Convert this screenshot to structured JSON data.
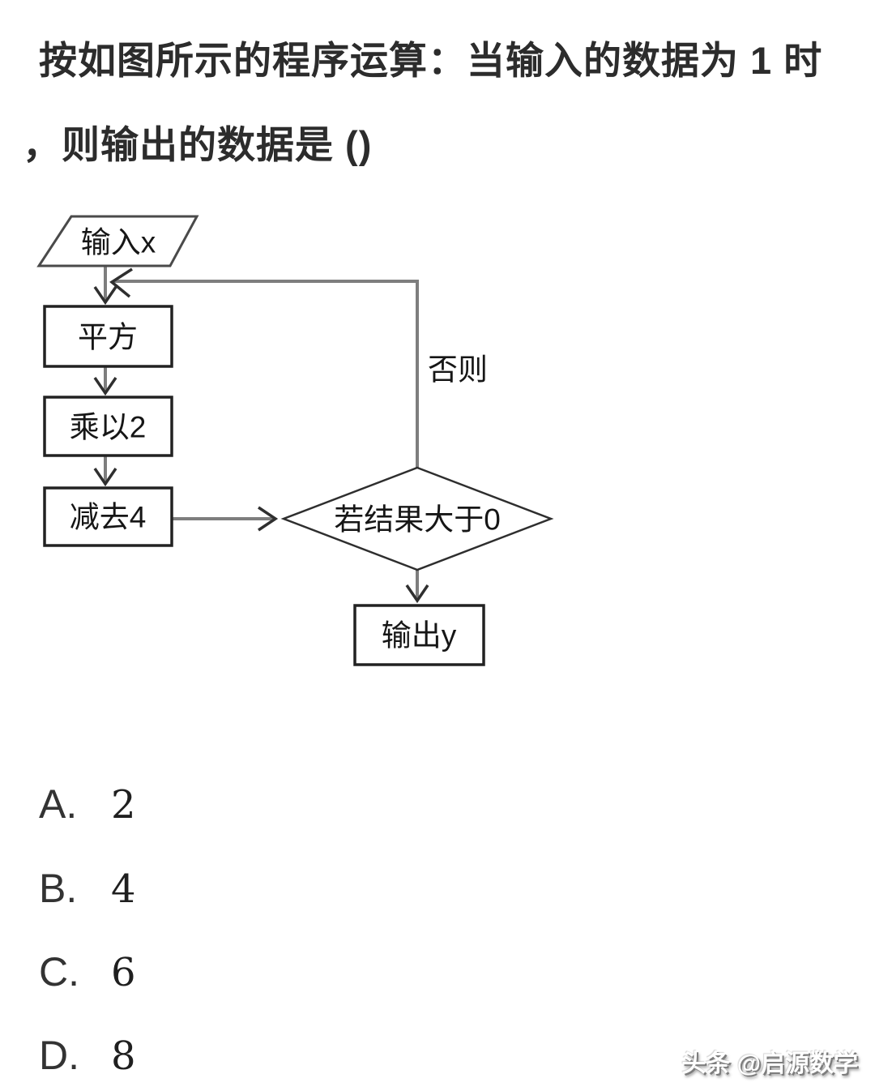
{
  "question": {
    "line1": "按如图所示的程序运算：当输入的数据为 1 时",
    "line2": "，则输出的数据是 ()"
  },
  "flowchart": {
    "type": "flowchart",
    "input_label": "输入x",
    "square_label": "平方",
    "multiply_label": "乘以2",
    "subtract_label": "减去4",
    "decision_label": "若结果大于0",
    "otherwise_label": "否则",
    "output_label": "输出y",
    "flow": "输入x → 平方 → 乘以2 → 减去4 → 若结果大于0 →(是) 输出y ；(否则) 返回输入"
  },
  "options": [
    {
      "letter": "A.",
      "value": "2"
    },
    {
      "letter": "B.",
      "value": "4"
    },
    {
      "letter": "C.",
      "value": "6"
    },
    {
      "letter": "D.",
      "value": "8"
    }
  ],
  "watermark": "头条 @启源数学",
  "colors": {
    "background": "#ffffff",
    "title_text": "#2c2c2c",
    "box_border": "#222222",
    "connector_line": "#7e7e7e",
    "arrowhead": "#2f2f2f",
    "watermark_text": "#ffffff",
    "watermark_shadow": "#7d7d7d"
  }
}
